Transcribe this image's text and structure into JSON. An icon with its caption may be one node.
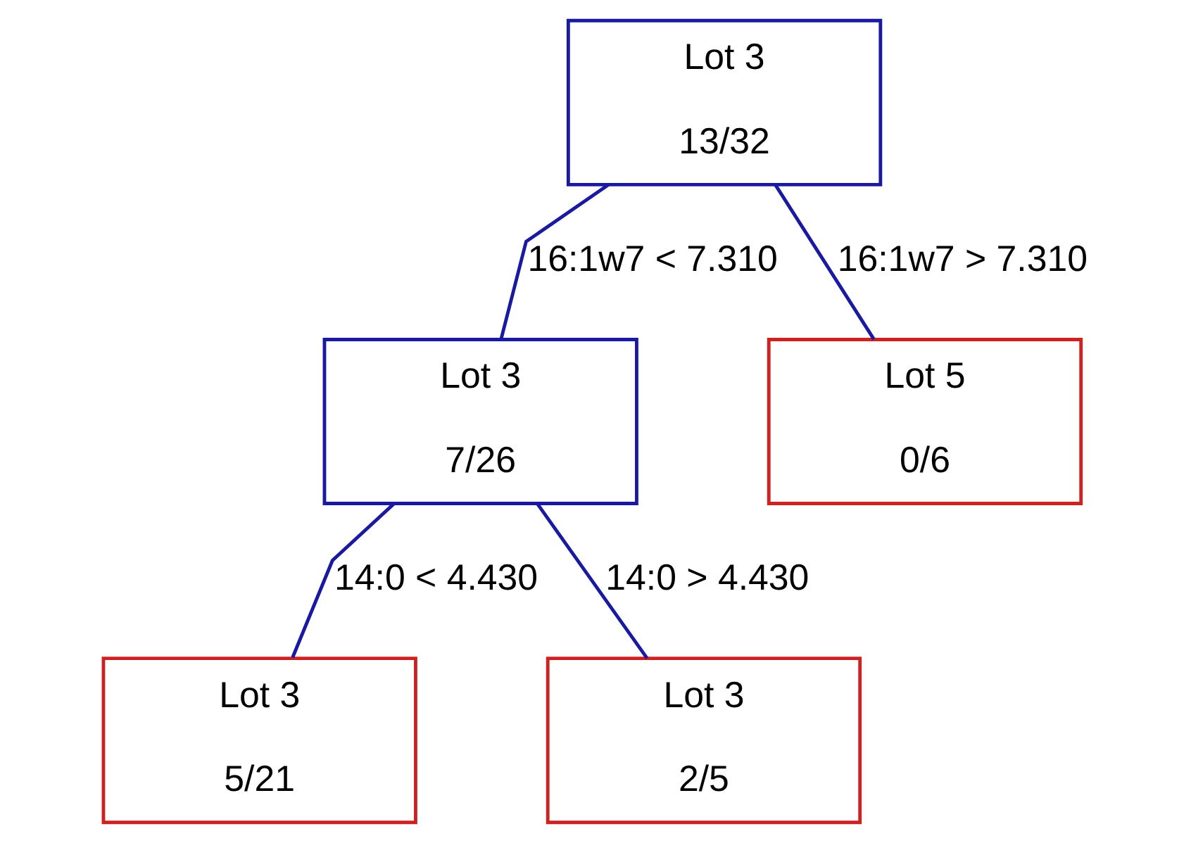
{
  "diagram": {
    "nodes": [
      {
        "text": [
          "Lot 3",
          "13/32"
        ]
      },
      {
        "text": [
          "Lot 3",
          "7/26"
        ]
      },
      {
        "text": [
          "Lot 5",
          "0/6"
        ]
      },
      {
        "text": [
          "Lot 3",
          "5/21"
        ]
      },
      {
        "text": [
          "Lot 3",
          "2/5"
        ]
      }
    ],
    "edges": [
      {
        "from": 0,
        "to": 1,
        "arrow": "none",
        "label": "16:1w7 < 7.310"
      },
      {
        "from": 0,
        "to": 2,
        "arrow": "none",
        "label": "16:1w7 > 7.310"
      },
      {
        "from": 1,
        "to": 3,
        "arrow": "none",
        "label": "14:0 < 4.430"
      },
      {
        "from": 1,
        "to": 4,
        "arrow": "none",
        "label": "14:0 > 4.430"
      }
    ]
  }
}
